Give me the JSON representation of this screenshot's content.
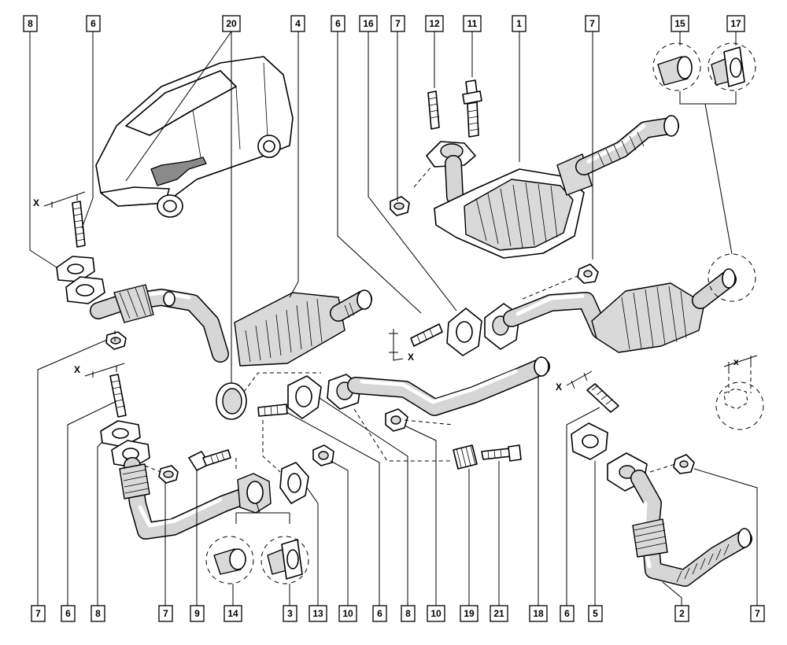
{
  "callouts_top": [
    "8",
    "6",
    "20",
    "4",
    "6",
    "16",
    "7",
    "12",
    "11",
    "1",
    "7",
    "15",
    "17"
  ],
  "callouts_bottom": [
    "7",
    "6",
    "8",
    "7",
    "9",
    "14",
    "3",
    "13",
    "10",
    "6",
    "8",
    "10",
    "19",
    "21",
    "18",
    "6",
    "5",
    "2",
    "7"
  ],
  "axis_markers": [
    "X",
    "X",
    "X",
    "X"
  ],
  "vehicle_label": "",
  "colors": {
    "line": "#000000",
    "fill": "#ffffff",
    "shade": "#d6d6d6"
  }
}
